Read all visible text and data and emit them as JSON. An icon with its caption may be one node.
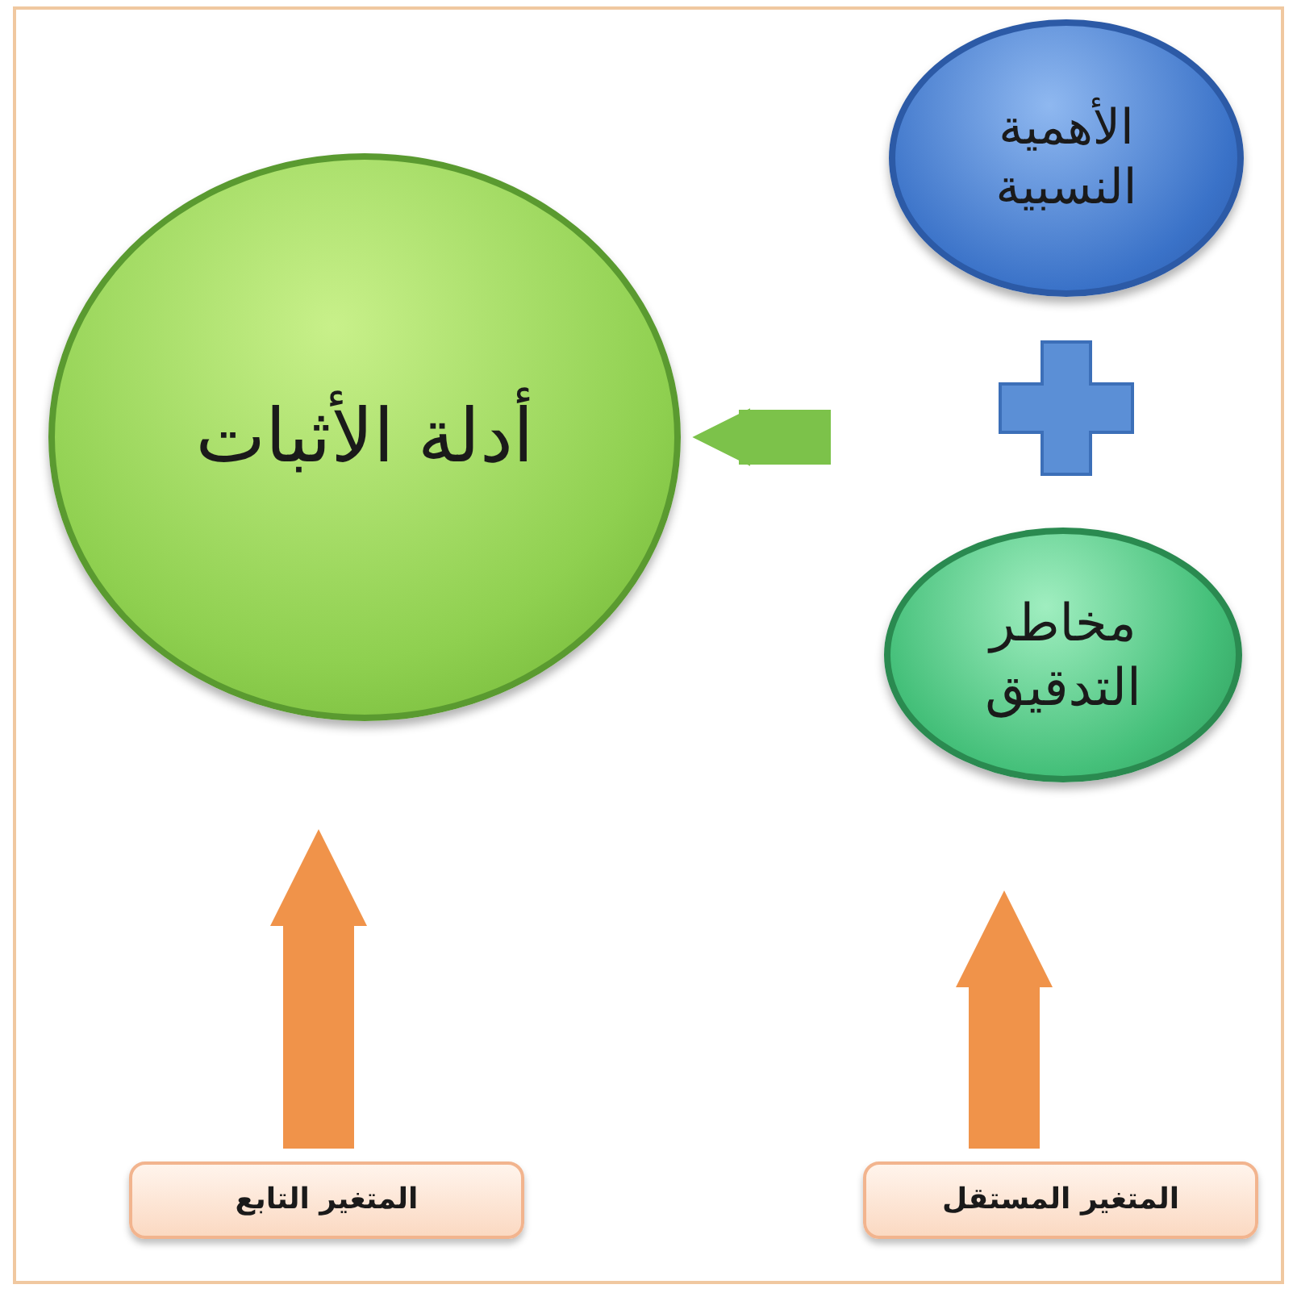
{
  "diagram": {
    "nodes": [
      {
        "text": [
          "الأهمية النسبية"
        ]
      },
      {
        "text": [
          "أدلة الأثبات"
        ]
      },
      {
        "text": [
          "مخاطر التدقيق"
        ]
      },
      {
        "text": [
          "المتغير التابع"
        ]
      },
      {
        "text": [
          "المتغير المستقل"
        ]
      }
    ],
    "edges": [
      {
        "from": null,
        "to": 1,
        "arrow": "to",
        "color": "#7cc24a"
      },
      {
        "from": 3,
        "to": 1,
        "arrow": "to"
      },
      {
        "from": 4,
        "to": 2,
        "arrow": "to"
      }
    ]
  }
}
